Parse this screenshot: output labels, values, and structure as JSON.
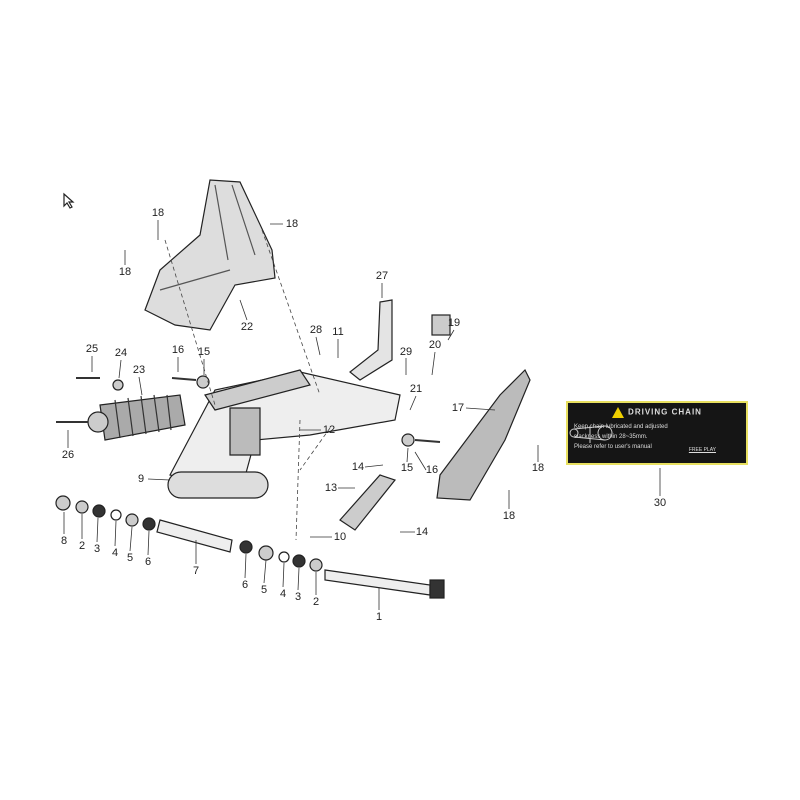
{
  "callouts": [
    "18",
    "18",
    "18",
    "22",
    "27",
    "28",
    "11",
    "19",
    "29",
    "20",
    "25",
    "24",
    "16",
    "15",
    "23",
    "17",
    "21",
    "12",
    "26",
    "14",
    "15",
    "16",
    "18",
    "9",
    "13",
    "18",
    "14",
    "10",
    "8",
    "2",
    "3",
    "4",
    "5",
    "6",
    "7",
    "6",
    "5",
    "4",
    "3",
    "2",
    "1",
    "30"
  ],
  "label": {
    "title": "DRIVING CHAIN",
    "line1": "Keep chain lubricated and adjusted",
    "line2": "slackness within 28~35mm.",
    "line3": "Please refer to user's manual",
    "free_play": "FREE PLAY",
    "border_color": "#e8e060",
    "warning_color": "#f0d000"
  },
  "icons": {
    "cursor": "mouse-pointer-icon",
    "warning": "warning-triangle-icon"
  }
}
